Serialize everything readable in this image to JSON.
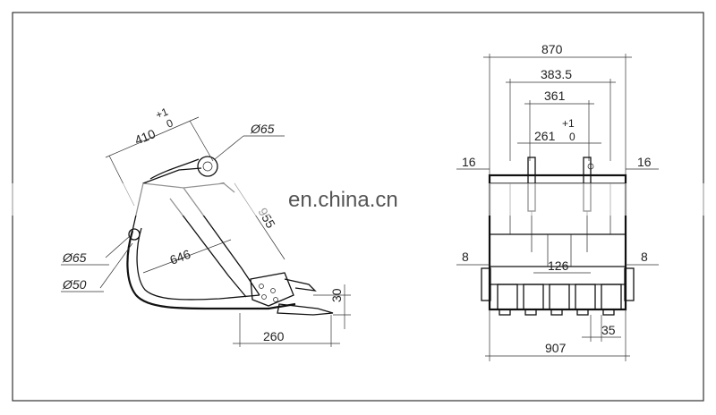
{
  "side_view": {
    "dim_width_top": "410",
    "tol_plus": "+1",
    "tol_zero": "0",
    "dia_pin_top": "Ø65",
    "dim_arc": "955",
    "dim_inner": "646",
    "dia_pin_left": "Ø65",
    "dia_pin_small": "Ø50",
    "dim_tooth_height": "30",
    "dim_tooth_length": "260"
  },
  "front_view": {
    "overall_top": "870",
    "ears_outer": "383.5",
    "ears_inner_outer": "361",
    "ears_inner": "261",
    "tol_plus": "+1",
    "tol_zero": "0",
    "side_left": "16",
    "side_right": "16",
    "plate_left": "8",
    "plate_right": "8",
    "tooth_pitch": "126",
    "tooth_width": "35",
    "overall_bottom": "907"
  },
  "watermark": "en.china.cn"
}
